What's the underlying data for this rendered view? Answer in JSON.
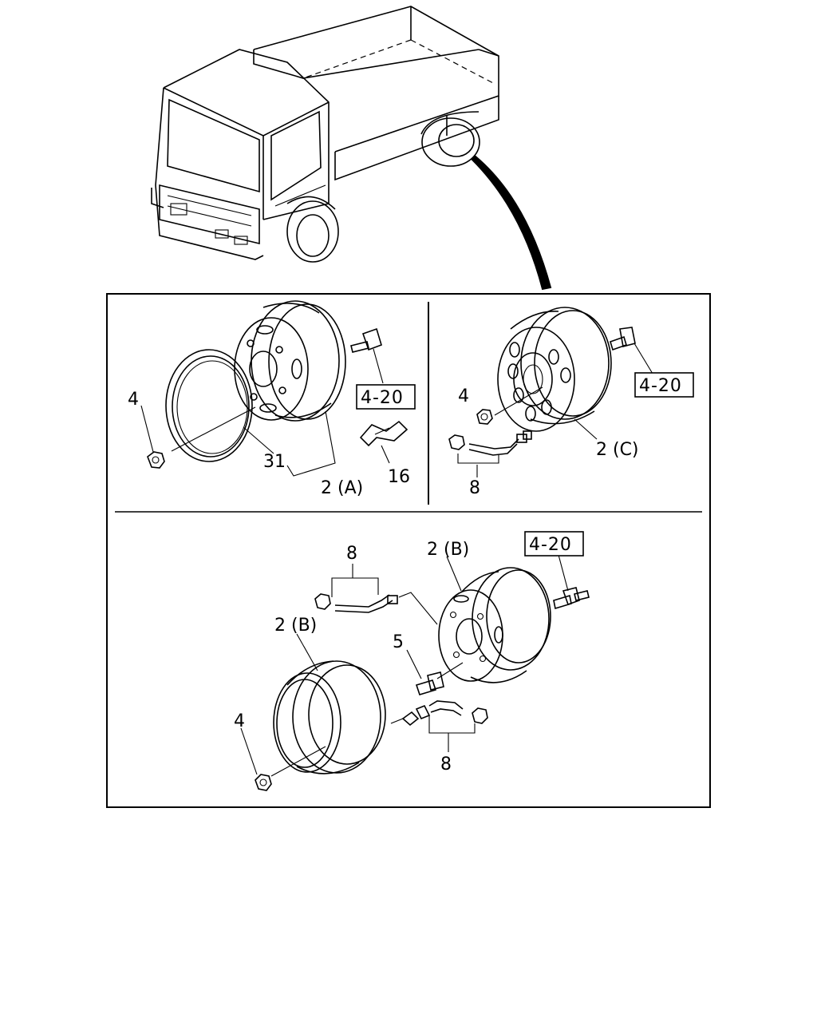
{
  "diagram": {
    "callouts": {
      "a_nut": "4",
      "a_ring": "31",
      "a_wheel": "2 (A)",
      "a_clip": "16",
      "a_ref": "4-20",
      "c_nut": "4",
      "c_wheel": "2 (C)",
      "c_valve": "8",
      "c_ref": "4-20",
      "b_ref": "4-20",
      "b_valve_top": "8",
      "b_wheel_inner": "2 (B)",
      "b_wheel_outer": "2 (B)",
      "b_stud": "5",
      "b_nut": "4",
      "b_valve_bottom": "8"
    }
  }
}
